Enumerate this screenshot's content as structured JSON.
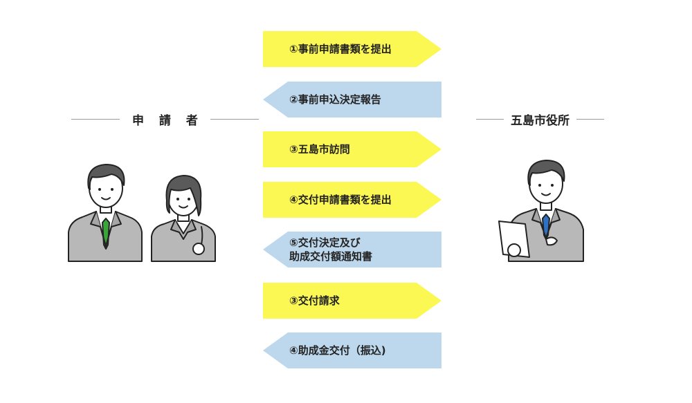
{
  "parties": {
    "applicant": "申 請 者",
    "city_office": "五島市役所"
  },
  "steps": [
    {
      "label": "①事前申請書類を提出",
      "direction": "right"
    },
    {
      "label": "②事前申込決定報告",
      "direction": "left"
    },
    {
      "label": "③五島市訪問",
      "direction": "right"
    },
    {
      "label": "④交付申請書類を提出",
      "direction": "right"
    },
    {
      "label": "⑤交付決定及び\n助成交付額通知書",
      "direction": "left"
    },
    {
      "label": "③交付請求",
      "direction": "right"
    },
    {
      "label": "④助成金交付（振込)",
      "direction": "left"
    }
  ],
  "colors": {
    "to_city_arrow": "#fbf753",
    "to_applicant_arrow": "#bdd7ec",
    "green_tie": "#3aa63a",
    "blue_tie": "#2f72c4",
    "suit": "#b8b8b8"
  }
}
